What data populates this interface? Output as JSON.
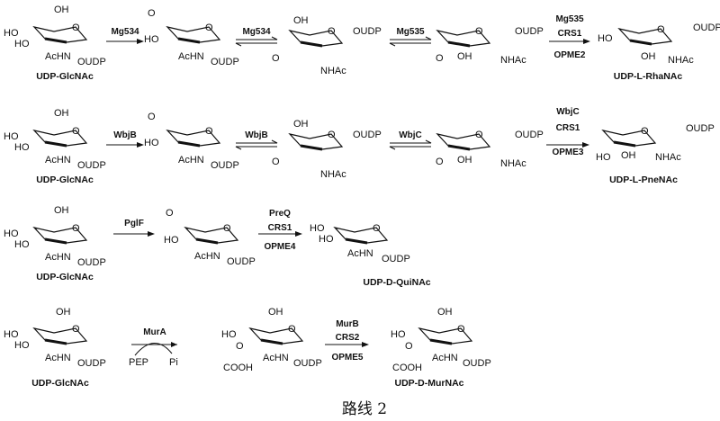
{
  "rows": [
    {
      "compounds": [
        {
          "name": "UDP-GlcNAc",
          "labels": [
            "OH",
            "HO",
            "HO",
            "AcHN",
            "OUDP",
            "O"
          ]
        },
        {
          "name": "",
          "labels": [
            "O",
            "HO",
            "AcHN",
            "OUDP",
            "O"
          ]
        },
        {
          "name": "",
          "labels": [
            "OH",
            "OUDP",
            "O",
            "NHAc",
            "O"
          ]
        },
        {
          "name": "",
          "labels": [
            "OUDP",
            "O",
            "OH",
            "NHAc",
            "O"
          ]
        },
        {
          "name": "UDP-L-RhaNAc",
          "labels": [
            "HO",
            "OUDP",
            "OH",
            "NHAc",
            "O"
          ]
        }
      ],
      "steps": [
        {
          "enzymes": [
            "Mg534"
          ],
          "reversible": false
        },
        {
          "enzymes": [
            "Mg534"
          ],
          "reversible": true
        },
        {
          "enzymes": [
            "Mg535"
          ],
          "reversible": true
        },
        {
          "enzymes": [
            "Mg535",
            "CRS1",
            "OPME2"
          ],
          "reversible": false
        }
      ]
    },
    {
      "compounds": [
        {
          "name": "UDP-GlcNAc",
          "labels": [
            "OH",
            "HO",
            "HO",
            "AcHN",
            "OUDP",
            "O"
          ]
        },
        {
          "name": "",
          "labels": [
            "O",
            "HO",
            "AcHN",
            "OUDP",
            "O"
          ]
        },
        {
          "name": "",
          "labels": [
            "OH",
            "OUDP",
            "O",
            "NHAc",
            "O"
          ]
        },
        {
          "name": "",
          "labels": [
            "OUDP",
            "O",
            "OH",
            "NHAc",
            "O"
          ]
        },
        {
          "name": "UDP-L-PneNAc",
          "labels": [
            "OUDP",
            "HO",
            "OH",
            "NHAc",
            "O"
          ]
        }
      ],
      "steps": [
        {
          "enzymes": [
            "WbjB"
          ],
          "reversible": false
        },
        {
          "enzymes": [
            "WbjB"
          ],
          "reversible": true
        },
        {
          "enzymes": [
            "WbjC"
          ],
          "reversible": true
        },
        {
          "enzymes": [
            "WbjC",
            "CRS1",
            "OPME3"
          ],
          "reversible": false
        }
      ]
    },
    {
      "compounds": [
        {
          "name": "UDP-GlcNAc",
          "labels": [
            "OH",
            "HO",
            "HO",
            "AcHN",
            "OUDP",
            "O"
          ]
        },
        {
          "name": "",
          "labels": [
            "O",
            "HO",
            "AcHN",
            "OUDP",
            "O"
          ]
        },
        {
          "name": "UDP-D-QuiNAc",
          "labels": [
            "HO",
            "HO",
            "AcHN",
            "OUDP",
            "O"
          ]
        }
      ],
      "steps": [
        {
          "enzymes": [
            "PglF"
          ],
          "reversible": false
        },
        {
          "enzymes": [
            "PreQ",
            "CRS1",
            "OPME4"
          ],
          "reversible": false
        }
      ]
    },
    {
      "compounds": [
        {
          "name": "UDP-GlcNAc",
          "labels": [
            "OH",
            "HO",
            "HO",
            "AcHN",
            "OUDP",
            "O"
          ]
        },
        {
          "name": "",
          "labels": [
            "OH",
            "HO",
            "O",
            "COOH",
            "AcHN",
            "OUDP",
            "O"
          ]
        },
        {
          "name": "UDP-D-MurNAc",
          "labels": [
            "OH",
            "HO",
            "O",
            "COOH",
            "AcHN",
            "OUDP",
            "O"
          ]
        }
      ],
      "steps": [
        {
          "enzymes": [
            "MurA"
          ],
          "reversible": false,
          "cosubstrate": "PEP",
          "coproduct": "Pi"
        },
        {
          "enzymes": [
            "MurB",
            "CRS2",
            "OPME5"
          ],
          "reversible": false
        }
      ]
    }
  ],
  "caption": "路线 2"
}
